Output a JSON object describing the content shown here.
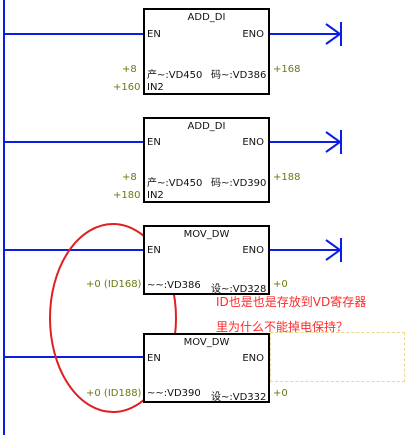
{
  "rungs": [
    {
      "title": "ADD_DI",
      "en": "EN",
      "eno": "ENO",
      "in1_value": "+8",
      "in1_label": "产~:VD450",
      "in2_value": "+160",
      "in2_label": "IN2",
      "out_label": "码~:VD386",
      "out_value": "+168"
    },
    {
      "title": "ADD_DI",
      "en": "EN",
      "eno": "ENO",
      "in1_value": "+8",
      "in1_label": "产~:VD450",
      "in2_value": "+180",
      "in2_label": "IN2",
      "out_label": "码~:VD390",
      "out_value": "+188"
    },
    {
      "title": "MOV_DW",
      "en": "EN",
      "eno": "ENO",
      "in_value": "+0 (ID168)",
      "in_label": "~~:VD386",
      "out_label": "设~:VD328",
      "out_value": "+0"
    },
    {
      "title": "MOV_DW",
      "en": "EN",
      "eno": "ENO",
      "in_value": "+0 (ID188)",
      "in_label": "~~:VD390",
      "out_label": "设~:VD332",
      "out_value": "+0"
    }
  ],
  "annotation": {
    "line1": "ID也是也是存放到VD寄存器",
    "line2": "里为什么不能掉电保持？"
  },
  "colors": {
    "rail": "#0a1ee6",
    "value_text": "#6a7a10",
    "annotation": "#ff2a2a",
    "ellipse": "#e02020"
  }
}
